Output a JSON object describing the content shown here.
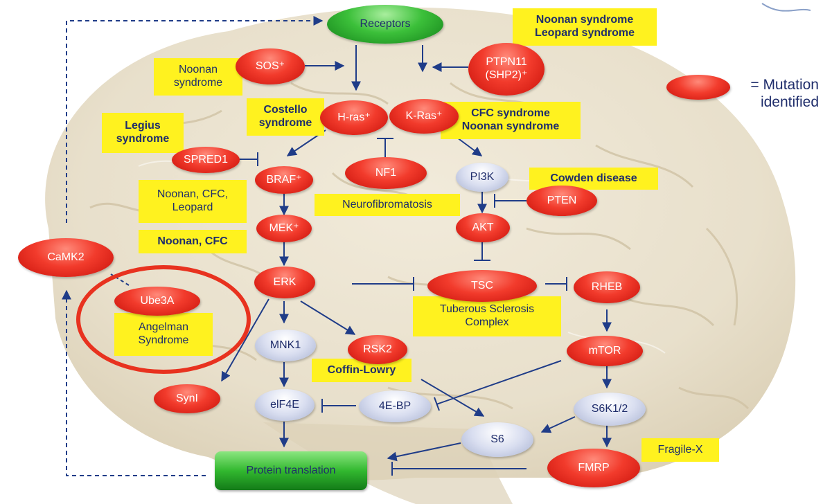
{
  "colors": {
    "mutation_red": "#f23b2c",
    "normal_grey": "#d9def0",
    "receptor_green": "#3cc03a",
    "disease_yellow": "#fff21f",
    "arrow_navy": "#1f3c88",
    "highlight_ring": "#e8321f"
  },
  "nodes": {
    "receptors": "Receptors",
    "sos": "SOS⁺",
    "ptpn11_line1": "PTPN11",
    "ptpn11_line2": "(SHP2)⁺",
    "hras": "H-ras⁺",
    "kras": "K-Ras⁺",
    "spred1": "SPRED1",
    "nf1": "NF1",
    "braf": "BRAF⁺",
    "pi3k": "PI3K",
    "pten": "PTEN",
    "mek": "MEK⁺",
    "akt": "AKT",
    "camk2": "CaMK2",
    "erk": "ERK",
    "tsc": "TSC",
    "rheb": "RHEB",
    "ube3a": "Ube3A",
    "mnk1": "MNK1",
    "rsk2": "RSK2",
    "mtor": "mTOR",
    "syni": "SynI",
    "eif4e": "elF4E",
    "4ebp": "4E-BP",
    "s6k": "S6K1/2",
    "s6": "S6",
    "fmrp": "FMRP",
    "protein_translation": "Protein translation"
  },
  "labels": {
    "noonan_leopard_line1": "Noonan syndrome",
    "noonan_leopard_line2": "Leopard syndrome",
    "noonan_sos_line1": "Noonan",
    "noonan_sos_line2": "syndrome",
    "costello_line1": "Costello",
    "costello_line2": "syndrome",
    "cfc_noonan_line1": "CFC syndrome",
    "cfc_noonan_line2": "Noonan syndrome",
    "legius_line1": "Legius",
    "legius_line2": "syndrome",
    "cowden": "Cowden disease",
    "noonan_cfc_leopard_line1": "Noonan, CFC,",
    "noonan_cfc_leopard_line2": "Leopard",
    "neurofibromatosis": "Neurofibromatosis",
    "noonan_cfc": "Noonan, CFC",
    "tsc_complex_line1": "Tuberous Sclerosis",
    "tsc_complex_line2": "Complex",
    "angelman_line1": "Angelman",
    "angelman_line2": "Syndrome",
    "coffin_lowry": "Coffin-Lowry",
    "fragile_x": "Fragile-X"
  },
  "legend": {
    "line1": "= Mutation",
    "line2": "identified"
  }
}
